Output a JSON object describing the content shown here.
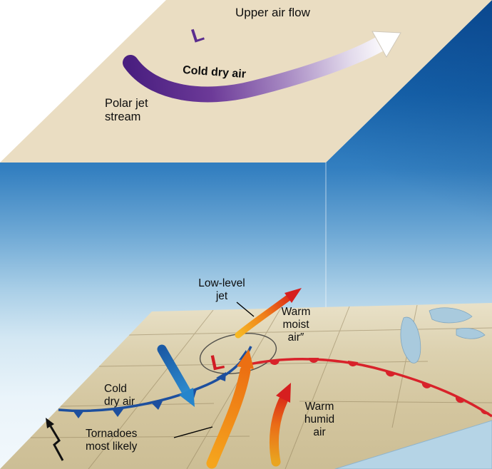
{
  "upper": {
    "flow_label": "Upper air flow",
    "low_symbol": "L",
    "band_label": "Cold dry air",
    "jet_name": {
      "line1": "Polar jet",
      "line2": "stream"
    }
  },
  "surface": {
    "low_level_jet": {
      "line1": "Low-level",
      "line2": "jet"
    },
    "warm_moist": {
      "line1": "Warm",
      "line2": "moist",
      "line3": "air″"
    },
    "low_symbol": "L",
    "cold_dry": {
      "line1": "Cold",
      "line2": "dry air"
    },
    "tornadoes": {
      "line1": "Tornadoes",
      "line2": "most likely"
    },
    "warm_humid": {
      "line1": "Warm",
      "line2": "humid",
      "line3": "air"
    }
  },
  "colors": {
    "top_face_tan": "#eaddc2",
    "map_tan": "#d3c59e",
    "sky_deep_blue": "#0d54a2",
    "cold_front_blue": "#1d4f9e",
    "warm_front_red": "#d8222a",
    "polar_jet_purple": "#4a1f80",
    "warm_air_orange": "#ec6f12",
    "warm_air_red": "#d61f1f",
    "cold_air_blue": "#2e8fd2",
    "lake_blue": "#a9cadd",
    "upper_low_color": "#5b2d8e",
    "surface_low_color": "#d11c24"
  }
}
